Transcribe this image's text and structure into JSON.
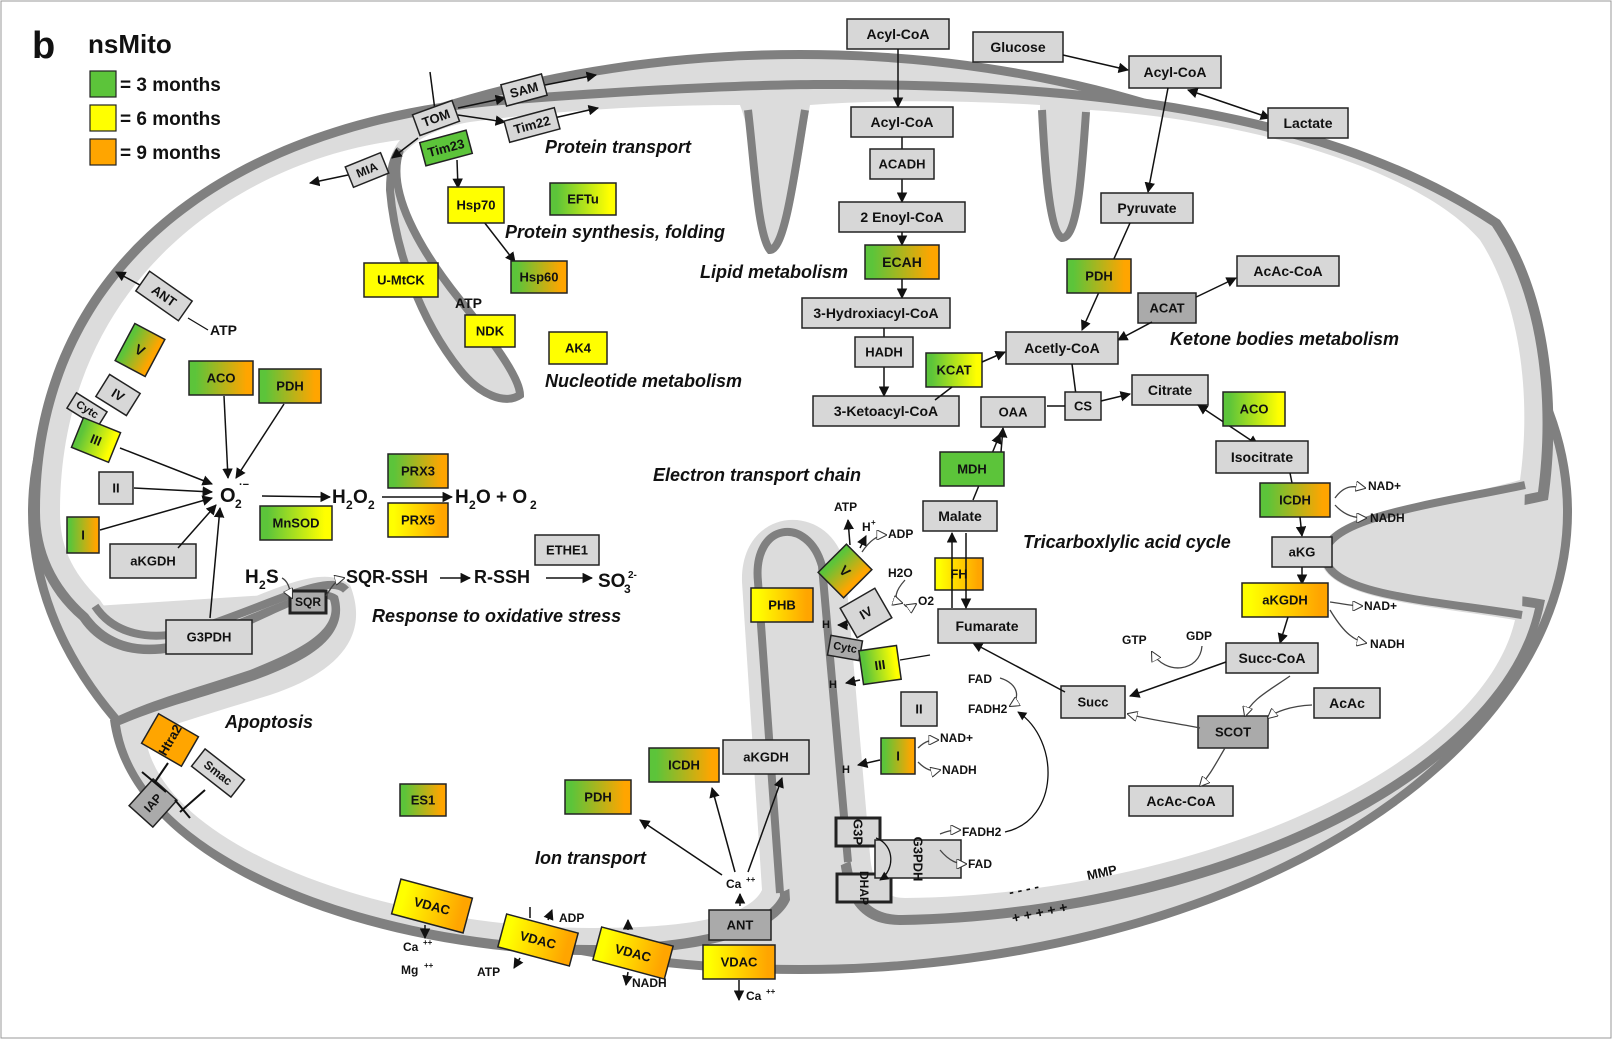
{
  "panel_letter": "b",
  "title": "nsMito",
  "legend": [
    {
      "label": "= 3 months",
      "color": "#5cc43a"
    },
    {
      "label": "= 6 months",
      "color": "#ffff00"
    },
    {
      "label": "= 9 months",
      "color": "#ffa500"
    }
  ],
  "colors": {
    "membrane": "#808080",
    "space": "#dcdcdc",
    "matrix": "#ffffff",
    "gray_box": "#d7d7d7",
    "dark_box": "#aaaaaa"
  },
  "sections": {
    "protein_transport": "Protein transport",
    "protein_synthesis": "Protein synthesis, folding",
    "lipid": "Lipid metabolism",
    "nucleotide": "Nucleotide metabolism",
    "ketone": "Ketone bodies metabolism",
    "etc": "Electron transport chain",
    "tca": "Tricarboxlylic acid cycle",
    "oxidative": "Response to oxidative stress",
    "apoptosis": "Apoptosis",
    "ion": "Ion transport"
  },
  "boxes": {
    "tom": "TOM",
    "sam": "SAM",
    "tim22": "Tim22",
    "tim23": "Tim23",
    "mia": "MIA",
    "hsp70": "Hsp70",
    "eftu": "EFTu",
    "hsp60": "Hsp60",
    "umtck": "U-MtCK",
    "ndk": "NDK",
    "ak4": "AK4",
    "acylcoa_top": "Acyl-CoA",
    "acylcoa2": "Acyl-CoA",
    "acadh": "ACADH",
    "enoyl": "2 Enoyl-CoA",
    "ecah": "ECAH",
    "hydroxi": "3-Hydroxiacyl-CoA",
    "hadh": "HADH",
    "ketoacyl": "3-Ketoacyl-CoA",
    "kcat": "KCAT",
    "glucose": "Glucose",
    "acylcoa_r": "Acyl-CoA",
    "lactate": "Lactate",
    "pyruvate": "Pyruvate",
    "pdh_r": "PDH",
    "acetoacetylcoa_top": "AcAc-CoA",
    "acat": "ACAT",
    "acetyl": "Acetly-CoA",
    "oaa": "OAA",
    "cs": "CS",
    "citrate": "Citrate",
    "aco_r": "ACO",
    "isocitrate": "Isocitrate",
    "icdh_r": "ICDH",
    "akg": "aKG",
    "akgdh_r": "aKGDH",
    "succcoa": "Succ-CoA",
    "succ": "Succ",
    "acac": "AcAc",
    "scot": "SCOT",
    "acetoacetylcoa_bot": "AcAc-CoA",
    "fumarate": "Fumarate",
    "fh": "FH",
    "malate": "Malate",
    "mdh": "MDH",
    "ant_l": "ANT",
    "v_l": "V",
    "iv_l": "IV",
    "cytc_l": "Cytc",
    "iii_l": "III",
    "ii_l": "II",
    "i_l": "I",
    "akgdh_l": "aKGDH",
    "g3pdh_l": "G3PDH",
    "aco_l": "ACO",
    "pdh_l": "PDH",
    "prx3": "PRX3",
    "mnsod": "MnSOD",
    "prx5": "PRX5",
    "ethe1": "ETHE1",
    "sqr": "SQR",
    "htra2": "Htra2",
    "smac": "Smac",
    "iap": "IAP",
    "es1": "ES1",
    "pdh_b": "PDH",
    "icdh_b": "ICDH",
    "akgdh_b": "aKGDH",
    "ant_b": "ANT",
    "vdac4": "VDAC",
    "vdac1": "VDAC",
    "vdac2": "VDAC",
    "vdac3": "VDAC",
    "phb": "PHB",
    "v_r": "V",
    "iv_r": "IV",
    "cytc_r": "Cytc",
    "iii_r": "III",
    "ii_r": "II",
    "i_r": "I",
    "g3p": "G3P",
    "dhap": "DHAP",
    "g3pdh_r": "G3PDH"
  },
  "texts": {
    "o2_radical": "O",
    "o2_sub": "2",
    "o2_sup": "·−",
    "h2o2": "H",
    "h2o2_sub": "2",
    "h2o2_tail": "O",
    "h2o2_sub2": "2",
    "h2o_o2": "H",
    "h2o_sub": "2",
    "h2o_mid": "O + O",
    "h2o_sub2": "2",
    "h2s": "H",
    "h2s_sub": "2",
    "h2s_tail": "S",
    "sqr_ssh": "SQR-SSH",
    "r_ssh": "R-SSH",
    "so3": "SO",
    "so3_sub": "3",
    "so3_sup": "2-",
    "atp_ant": "ATP",
    "atp_ndk": "ATP",
    "atp_v": "ATP",
    "hplus_v": "H",
    "hplus_sup": "+",
    "adp_v": "ADP",
    "h2o": "H2O",
    "o2": "O2",
    "hplus_iv": "H",
    "hplus_iii": "H",
    "hplus_i": "H",
    "fad1": "FAD",
    "fadh2_1": "FADH2",
    "nadplus_i": "NAD+",
    "nadh_i": "NADH",
    "fadh2_2": "FADH2",
    "fad2": "FAD",
    "nadplus_icdh": "NAD+",
    "nadh_icdh": "NADH",
    "nadplus_akgdh": "NAD+",
    "nadh_akgdh": "NADH",
    "gtp": "GTP",
    "gdp": "GDP",
    "ca_center": "Ca",
    "ca_center_sup": "++",
    "ca_bottom": "Ca",
    "ca_bottom_sup": "++",
    "ca_vdac1": "Ca",
    "ca_vdac1_sup": "++",
    "mg_vdac1": "Mg",
    "mg_vdac1_sup": "++",
    "adp_vdac2": "ADP",
    "atp_vdac2": "ATP",
    "nadh_vdac3": "NADH",
    "mmp": "MMP",
    "mmp_minus": "- - - -",
    "mmp_plus": "+ + + + +"
  }
}
